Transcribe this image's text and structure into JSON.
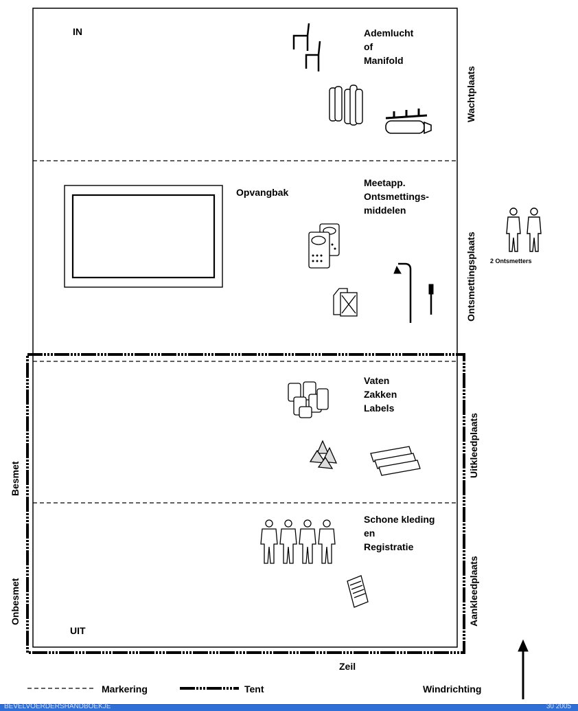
{
  "zones": {
    "in_label": "IN",
    "uit_label": "UIT",
    "adem": [
      "Ademlucht",
      "of",
      "Manifold"
    ],
    "opvangbak": "Opvangbak",
    "meetapp": [
      "Meetapp.",
      "Ontsmettings-",
      "middelen"
    ],
    "vaten": [
      "Vaten",
      "Zakken",
      "Labels"
    ],
    "schone": [
      "Schone kleding",
      "en",
      "Registratie"
    ]
  },
  "side_labels": {
    "wachtplaats": "Wachtplaats",
    "ontsmettingsplaats": "Ontsmettingsplaats",
    "uitkleedplaats": "Uitkleedplaats",
    "aankleedplaats": "Aankleedplaats",
    "besmet": "Besmet",
    "onbesmet": "Onbesmet"
  },
  "ontsmetters": "2 Ontsmetters",
  "zeil": "Zeil",
  "legend": {
    "markering": "Markering",
    "tent": "Tent",
    "windrichting": "Windrichting"
  },
  "footer": {
    "left": "BEVELVOERDERSHANDBOEKJE",
    "right": "30 2005"
  },
  "icons": [
    "chairs-icon",
    "gas-cylinders-icon",
    "manifold-icon",
    "tray-icon",
    "meter-devices-icon",
    "jerrycan-icon",
    "shower-icon",
    "barrels-icon",
    "bags-icon",
    "labels-icon",
    "person-suits-icon",
    "clipboard-icon",
    "decontaminators-icon",
    "wind-arrow-icon"
  ]
}
